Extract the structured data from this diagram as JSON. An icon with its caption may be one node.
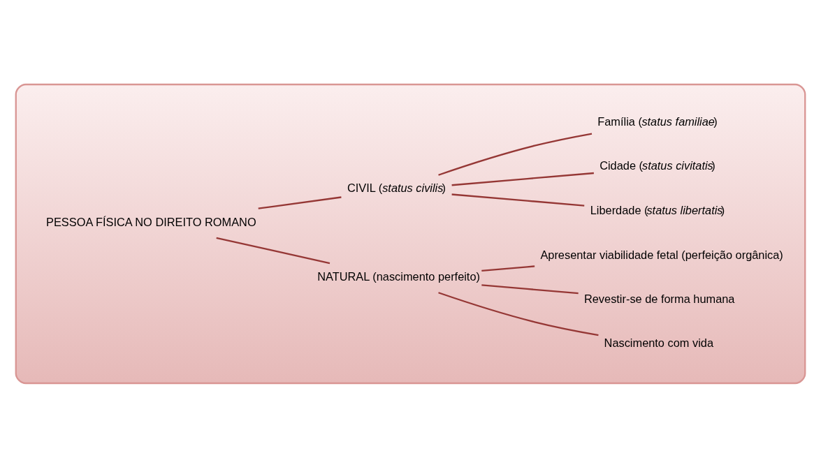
{
  "diagram": {
    "nodes": [
      {
        "text": [],
        "shape": "box"
      },
      {
        "text": [
          "PESSOA FÍSICA NO DIREITO ROMANO"
        ],
        "in": 0
      },
      {
        "text": [
          "NATURAL (nascimento perfeito)"
        ],
        "in": 0
      },
      {
        "text": [
          "CIVIL (*status civilis*)"
        ],
        "in": 0
      },
      {
        "text": [
          "Nascimento com vida"
        ],
        "in": 0
      },
      {
        "text": [
          "Revestir-se de forma humana"
        ],
        "in": 0
      },
      {
        "text": [
          "Apresentar viabilidade fetal (perfeição orgânica)"
        ],
        "in": 0
      },
      {
        "text": [
          "Liberdade (*status libertatis*)"
        ],
        "in": 0
      },
      {
        "text": [
          "Cidade (*status civitatis*)"
        ],
        "in": 0
      },
      {
        "text": [
          "Família (*status familiae*)"
        ],
        "in": 0
      }
    ],
    "edges": [
      {
        "from": 1,
        "to": 2,
        "arrow": "none"
      },
      {
        "from": 1,
        "to": 3,
        "arrow": "none"
      },
      {
        "from": 2,
        "to": 4,
        "arrow": "none"
      },
      {
        "from": 2,
        "to": 5,
        "arrow": "none"
      },
      {
        "from": 2,
        "to": 6,
        "arrow": "none"
      },
      {
        "from": 3,
        "to": 7,
        "arrow": "none"
      },
      {
        "from": 3,
        "to": 8,
        "arrow": "none"
      },
      {
        "from": 3,
        "to": 9,
        "arrow": "none"
      }
    ]
  }
}
